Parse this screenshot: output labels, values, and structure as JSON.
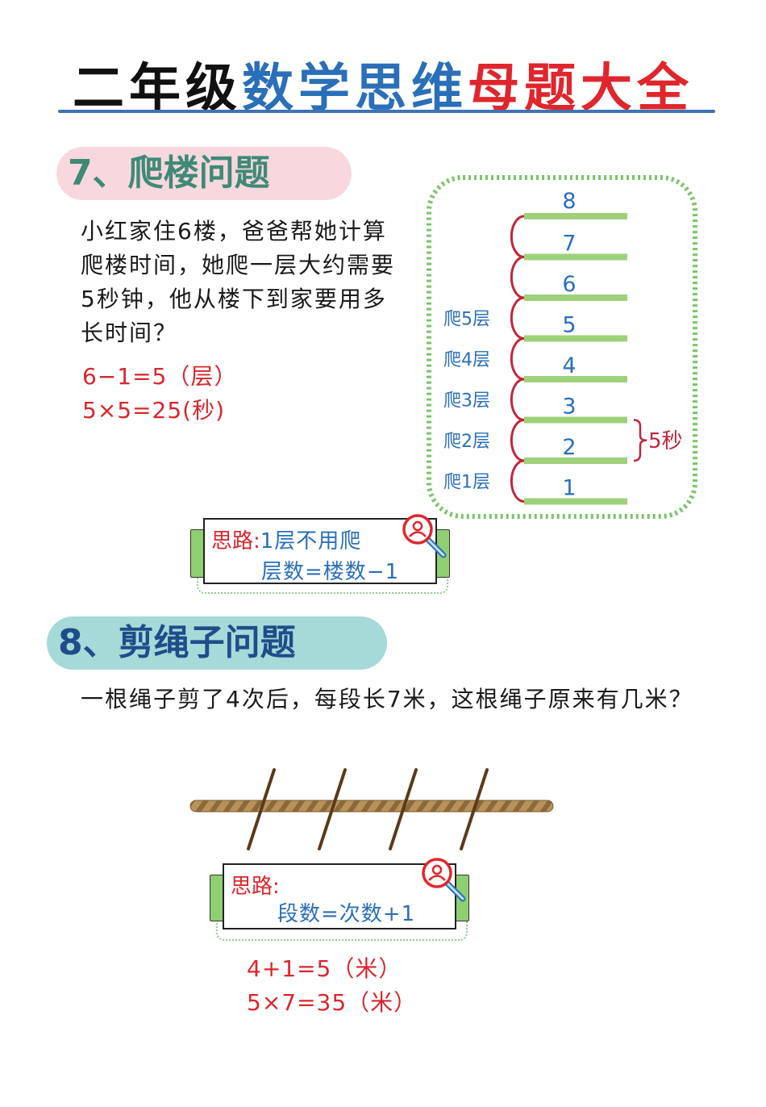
{
  "title": {
    "part1": "二年级",
    "part2": "数学思维",
    "part3": "母题大全",
    "colors": {
      "dark": "#111111",
      "blue": "#2a6fb8",
      "red": "#e0262d"
    }
  },
  "section7": {
    "heading": "7、爬楼问题",
    "problem": "小红家住6楼，爸爸帮她计算爬楼时间，她爬一层大约需要5秒钟，他从楼下到家要用多长时间？",
    "answers": [
      "6−1=5（层）",
      "5×5=25(秒)"
    ],
    "hint": {
      "label": "思路:",
      "lines": [
        "1层不用爬",
        "层数=楼数−1"
      ]
    },
    "diagram": {
      "floors": [
        "8",
        "7",
        "6",
        "5",
        "4",
        "3",
        "2",
        "1"
      ],
      "climb_labels": [
        "爬5层",
        "爬4层",
        "爬3层",
        "爬2层",
        "爬1层"
      ],
      "brace_label": "5秒"
    }
  },
  "section8": {
    "heading": "8、剪绳子问题",
    "problem": "一根绳子剪了4次后，每段长7米，这根绳子原来有几米？",
    "hint": {
      "label": "思路:",
      "lines": [
        "段数=次数+1"
      ]
    },
    "answers": [
      "4+1=5（米）",
      "5×7=35（米）"
    ],
    "rope": {
      "cuts": 4
    }
  },
  "colors": {
    "accent_red": "#d9262d",
    "accent_blue": "#2a6fb8",
    "floor_green": "#9ed17a",
    "arc_red": "#c0283a",
    "dot_green": "#7cc36a"
  }
}
